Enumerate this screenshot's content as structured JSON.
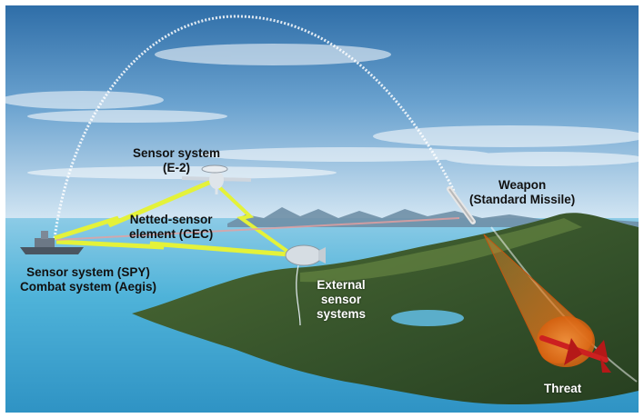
{
  "labels": {
    "sensor_e2_line1": "Sensor system",
    "sensor_e2_line2": "(E-2)",
    "netted_line1": "Netted-sensor",
    "netted_line2": "element (CEC)",
    "spy_line1": "Sensor system (SPY)",
    "spy_line2": "Combat system (Aegis)",
    "external_line1": "External",
    "external_line2": "sensor",
    "external_line3": "systems",
    "weapon_line1": "Weapon",
    "weapon_line2": "(Standard Missile)",
    "threat": "Threat"
  },
  "colors": {
    "sky_top": "#3f7fb8",
    "sky_horizon": "#cfe3f2",
    "sea": "#4fb0d6",
    "land": "#3c5a2c",
    "link_yellow": "#e4f23a",
    "cone_orange": "#e9701e",
    "threat_red": "#cc2020"
  }
}
